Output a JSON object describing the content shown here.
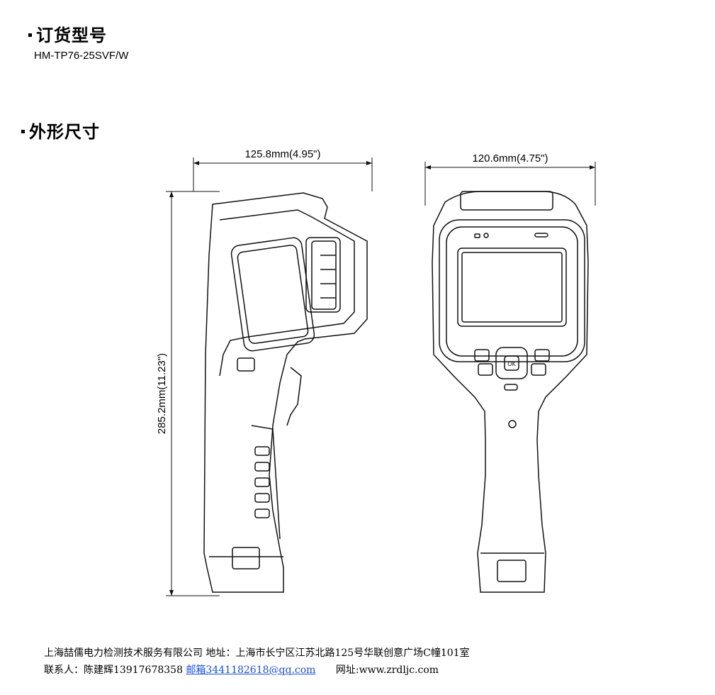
{
  "ordering": {
    "heading": "订货型号",
    "model": "HM-TP76-25SVF/W"
  },
  "dimensions": {
    "heading": "外形尺寸",
    "width_side": "125.8mm(4.95\")",
    "width_front": "120.6mm(4.75\")",
    "height": "285.2mm(11.23\")"
  },
  "footer": {
    "company": "上海喆儒电力检测技术服务有限公司",
    "address": "地址：上海市长宁区江苏北路125号华联创意广场C幢101室",
    "contact": "联系人：陈建辉13917678358",
    "email": "邮箱3441182618@qq.com",
    "website": "网址:www.zrdljc.com"
  },
  "colors": {
    "link": "#1a4fd6"
  }
}
